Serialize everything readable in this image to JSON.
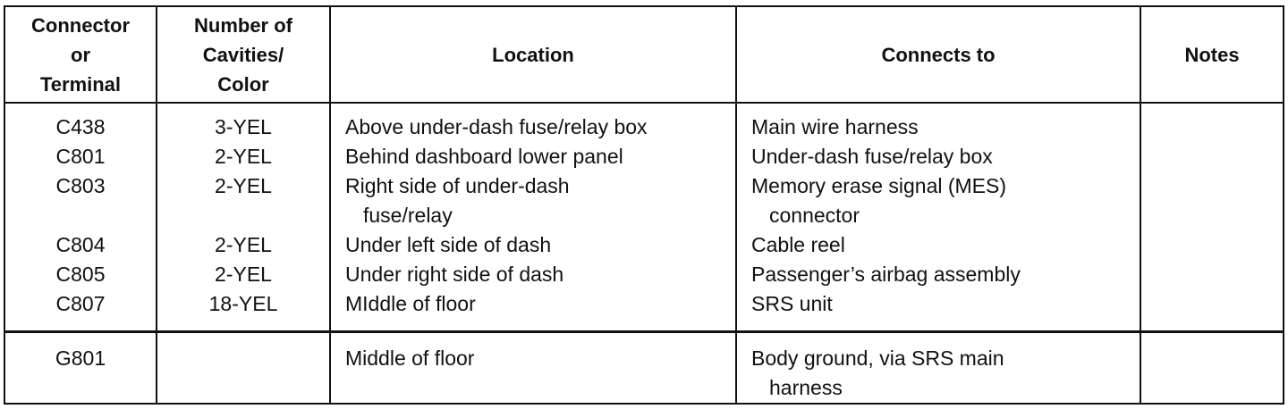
{
  "headers": {
    "connector": [
      "Connector",
      "or",
      "Terminal"
    ],
    "cavities": [
      "Number of",
      "Cavities/",
      "Color"
    ],
    "location": "Location",
    "connects": "Connects to",
    "notes": "Notes"
  },
  "rows": [
    {
      "id": "C438",
      "cav": "3-YEL",
      "loc": [
        "Above under-dash fuse/relay box"
      ],
      "to": [
        "Main wire harness"
      ]
    },
    {
      "id": "C801",
      "cav": "2-YEL",
      "loc": [
        "Behind dashboard lower panel"
      ],
      "to": [
        "Under-dash fuse/relay box"
      ]
    },
    {
      "id": "C803",
      "cav": "2-YEL",
      "loc": [
        "Right side of under-dash",
        "fuse/relay"
      ],
      "to": [
        "Memory erase signal (MES)",
        "connector"
      ]
    },
    {
      "id": "C804",
      "cav": "2-YEL",
      "loc": [
        "Under left side of dash"
      ],
      "to": [
        "Cable reel"
      ]
    },
    {
      "id": "C805",
      "cav": "2-YEL",
      "loc": [
        "Under right side of dash"
      ],
      "to": [
        "Passenger’s airbag assembly"
      ]
    },
    {
      "id": "C807",
      "cav": "18-YEL",
      "loc": [
        "MIddle of floor"
      ],
      "to": [
        "SRS unit"
      ]
    }
  ],
  "ground_row": {
    "id": "G801",
    "cav": "",
    "loc": [
      "Middle of floor"
    ],
    "to": [
      "Body ground, via SRS main",
      "harness"
    ]
  }
}
